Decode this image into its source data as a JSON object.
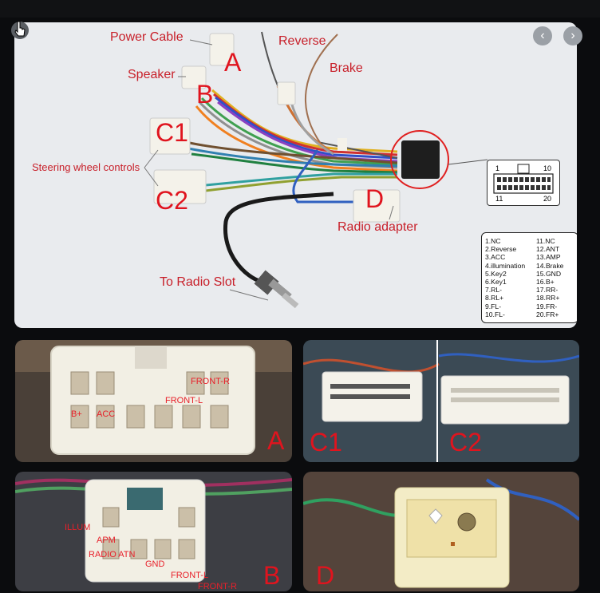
{
  "main_labels": {
    "power_cable": "Power Cable",
    "speaker": "Speaker",
    "reverse": "Reverse",
    "brake": "Brake",
    "steering": "Steering wheel controls",
    "radio_adapter": "Radio adapter",
    "radio_slot": "To Radio Slot",
    "letter_a": "A",
    "letter_b": "B",
    "letter_c1": "C1",
    "letter_c2": "C2",
    "letter_d": "D"
  },
  "connector_face": {
    "pin_first": "1",
    "pin_ten": "10",
    "pin_eleven": "11",
    "pin_last": "20"
  },
  "pinout": {
    "left": [
      "1.NC",
      "2.Reverse",
      "3.ACC",
      "4.illumination",
      "5.Key2",
      "6.Key1",
      "7.RL-",
      "8.RL+",
      "9.FL-",
      "10.FL-"
    ],
    "right": [
      "11.NC",
      "12.ANT",
      "13.AMP",
      "14.Brake",
      "15.GND",
      "16.B+",
      "17.RR-",
      "18.RR+",
      "19.FR-",
      "20.FR+"
    ]
  },
  "panel_a": {
    "letter": "A",
    "front_r": "FRONT-R",
    "front_l": "FRONT-L",
    "b_plus": "B+",
    "acc": "ACC"
  },
  "panel_c": {
    "c1": "C1",
    "c2": "C2"
  },
  "panel_b": {
    "letter": "B",
    "illum": "ILLUM",
    "apm": "APM",
    "radio_atn": "RADIO ATN",
    "gnd": "GND",
    "front_l": "FRONT-L",
    "front_r": "FRONT-R"
  },
  "panel_d": {
    "letter": "D"
  },
  "nav": {
    "prev": "‹",
    "next": "›"
  },
  "colors": {
    "label_red": "#c8202a",
    "panel_bg": "#e9ebee",
    "page_bg": "#0b0c0e"
  }
}
